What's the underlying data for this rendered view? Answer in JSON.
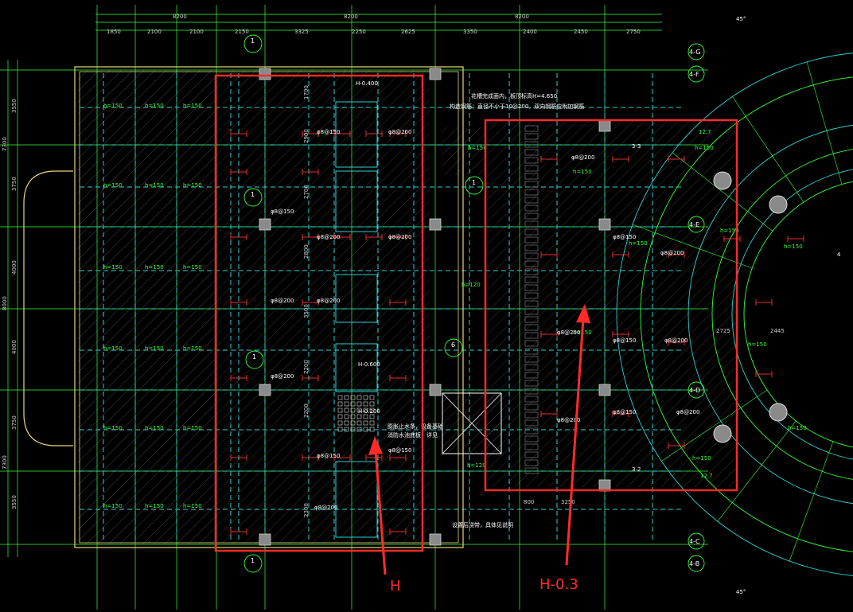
{
  "dims_top_overall": [
    "8200",
    "8200",
    "8200"
  ],
  "dims_top_detail": [
    "1850",
    "2100",
    "2100",
    "2150",
    "3325",
    "2250",
    "2625",
    "3350",
    "2400",
    "2450",
    "2750"
  ],
  "dims_left": [
    "3550",
    "3750",
    "4000",
    "4000",
    "3750",
    "3550"
  ],
  "dims_left_outer": [
    "7300",
    "8000",
    "7300"
  ],
  "dims_col1": [
    "1700",
    "2900",
    "2700",
    "2800",
    "3500",
    "2200",
    "2200",
    "2300"
  ],
  "dims_right_block": [
    "2725",
    "2445"
  ],
  "dims_bottom_right": [
    "800",
    "3250"
  ],
  "grid_tags": [
    "4-G",
    "4-F",
    "4-E",
    "4-D",
    "4-C",
    "4-B"
  ],
  "slab_h150": "h=150",
  "slab_h120": "h=120",
  "rebar_label": "φ8@200",
  "rebar_label_b": "φ8@150",
  "level_h400": "H-0.400",
  "level_h600": "H-0.600",
  "level_h200": "H-0.200",
  "note_top_right_1": "花槽完成面内，板顶标高H=4.650",
  "note_top_right_2": "构造钢筋：直径不小于10@200，双向钢筋应附加钢筋",
  "note_pit": "膨胀止水条，设备基础",
  "note_pit_2": "消防水池底板，详见",
  "note_bottom": "设置后浇带，具体见说明",
  "section_marks": [
    "3-3",
    "3-2"
  ],
  "bubbles": [
    "1",
    "1",
    "1",
    "1",
    "1",
    "6"
  ],
  "right_small_tags": [
    "4",
    "45°",
    "45°",
    "12.7",
    "12.7"
  ],
  "annotations": {
    "left_label": "H",
    "right_label": "H-0.3"
  },
  "colors": {
    "background": "#000000",
    "grid_green": "#37ff37",
    "beam_cyan": "#2fd0d0",
    "wall_yellow": "#e8d87a",
    "highlight_red": "#ff2b2b",
    "rebar_red": "#e03030",
    "text_white": "#ffffff"
  }
}
